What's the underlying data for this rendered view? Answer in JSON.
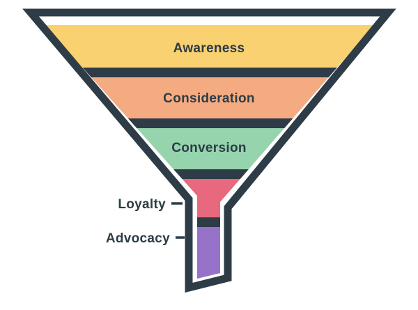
{
  "diagram": {
    "type": "funnel",
    "background_color": "#ffffff",
    "outline_color": "#2d3c46",
    "label_color": "#2d3c46",
    "stages": [
      {
        "label": "Awareness",
        "color": "#f9d171",
        "label_placement": "inside"
      },
      {
        "label": "Consideration",
        "color": "#f5ab81",
        "label_placement": "inside"
      },
      {
        "label": "Conversion",
        "color": "#96d4ad",
        "label_placement": "inside"
      },
      {
        "label": "Loyalty",
        "color": "#e8697d",
        "label_placement": "outside-left"
      },
      {
        "label": "Advocacy",
        "color": "#9673c8",
        "label_placement": "outside-left"
      }
    ]
  }
}
